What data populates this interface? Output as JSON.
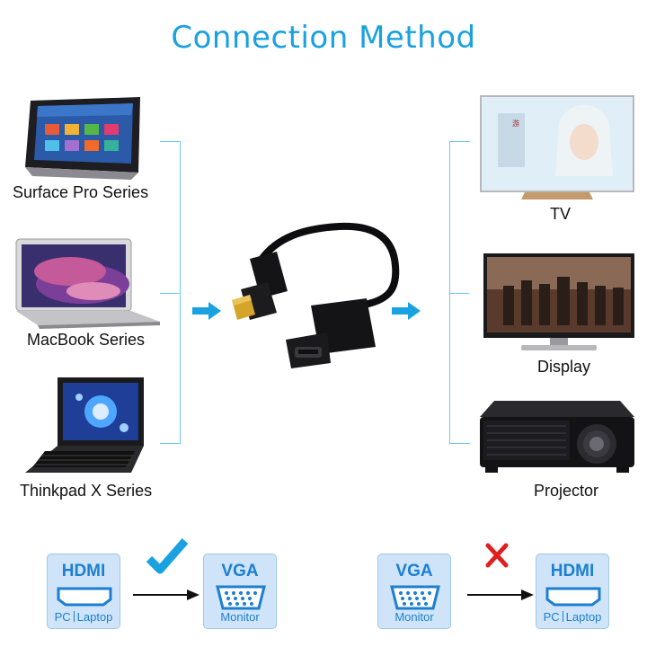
{
  "title": "Connection Method",
  "sources": [
    {
      "label": "Surface Pro Series",
      "icon": "tablet-icon"
    },
    {
      "label": "MacBook Series",
      "icon": "laptop-icon"
    },
    {
      "label": "Thinkpad X Series",
      "icon": "laptop-icon"
    }
  ],
  "targets": [
    {
      "label": "TV",
      "icon": "tv-icon"
    },
    {
      "label": "Display",
      "icon": "monitor-icon"
    },
    {
      "label": "Projector",
      "icon": "projector-icon"
    }
  ],
  "adapter": {
    "icon": "displayport-to-hdmi-adapter-icon"
  },
  "bottom": {
    "left": {
      "from": {
        "top": "HDMI",
        "bottom_a": "PC",
        "bottom_b": "Laptop"
      },
      "to": {
        "top": "VGA",
        "bottom": "Monitor"
      },
      "status": "supported",
      "status_icon": "checkmark-icon"
    },
    "right": {
      "from": {
        "top": "VGA",
        "bottom": "Monitor"
      },
      "to": {
        "top": "HDMI",
        "bottom_a": "PC",
        "bottom_b": "Laptop"
      },
      "status": "unsupported",
      "status_icon": "x-mark-icon"
    }
  },
  "colors": {
    "accent": "#1aa1e0",
    "bracket": "#6cc8f0",
    "card_bg": "#cfe4f8",
    "card_text": "#1c7fd1",
    "check": "#1aa1e0",
    "cross": "#e02020"
  }
}
